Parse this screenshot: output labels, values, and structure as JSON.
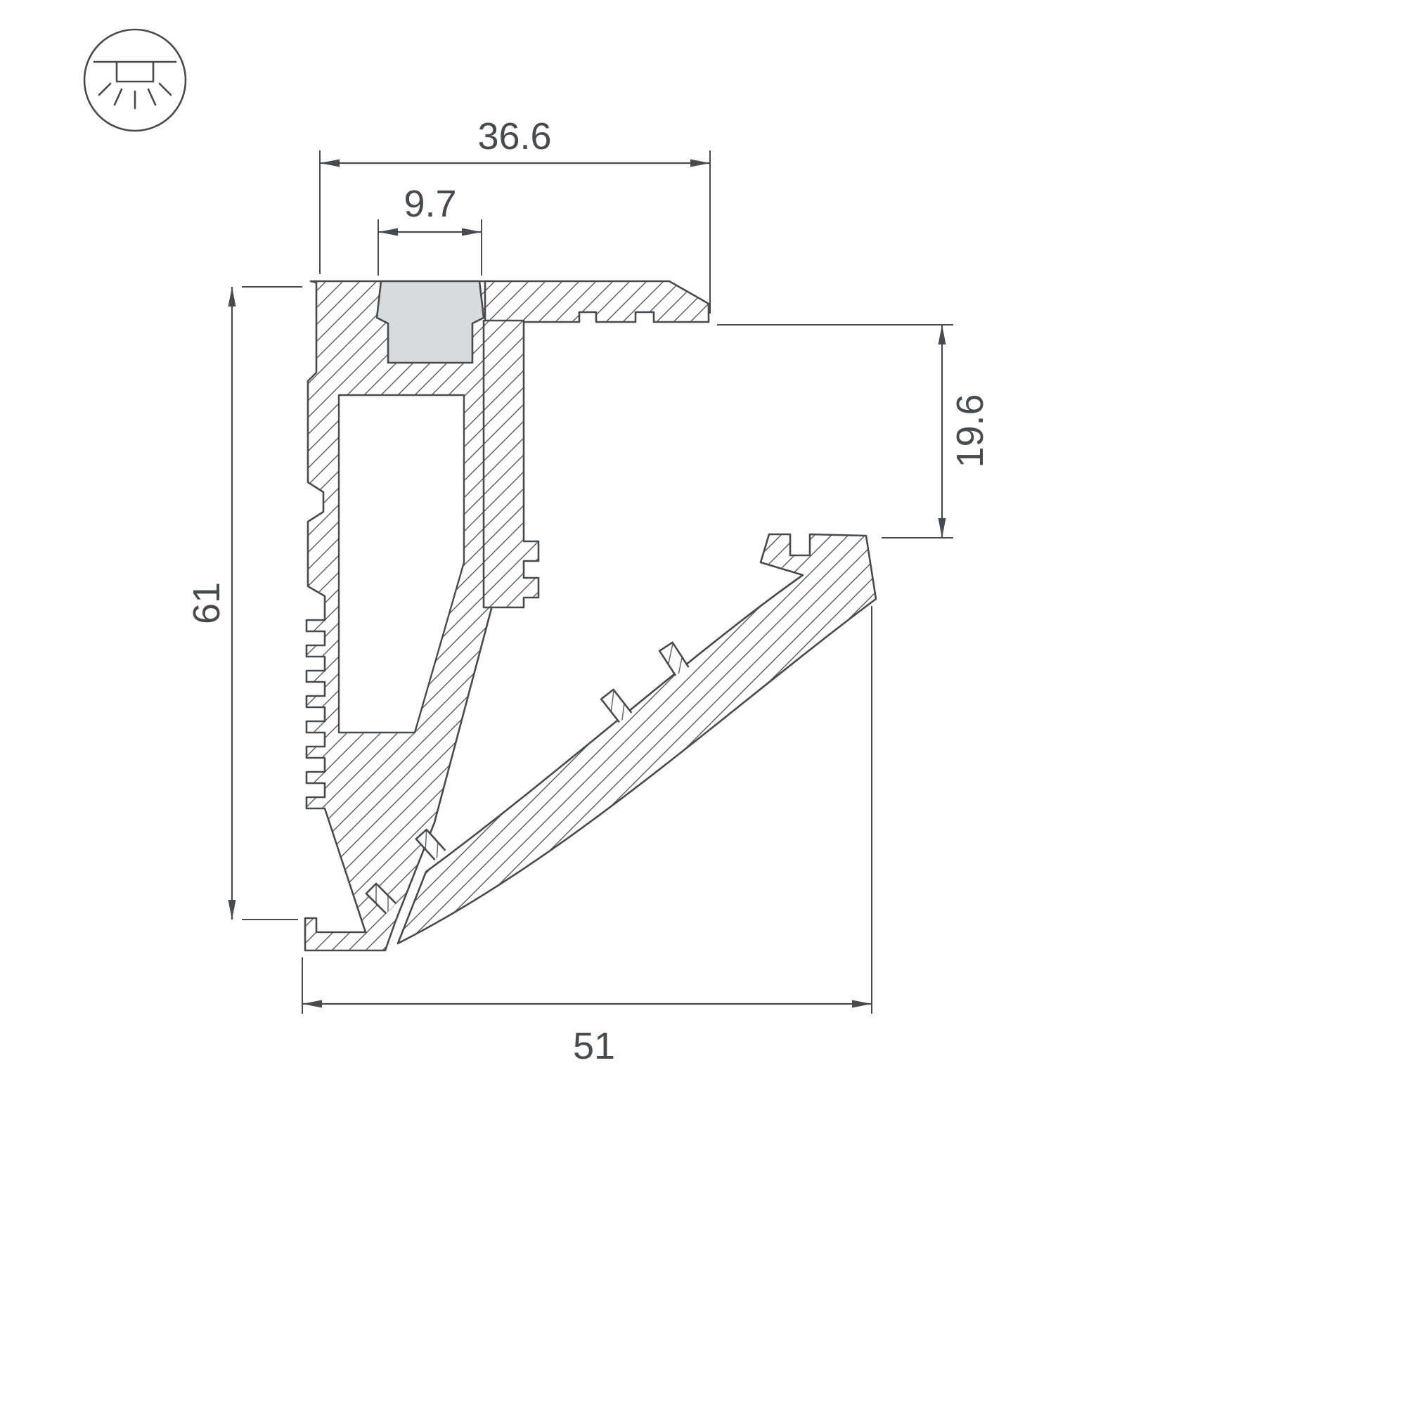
{
  "drawing": {
    "icon": "recessed-ceiling-light",
    "dimensions": {
      "top_width": "36.6",
      "slot_width": "9.7",
      "overall_height": "61",
      "right_height": "19.6",
      "bottom_width": "51"
    },
    "colors": {
      "line": "#464b50",
      "hatch": "#5b6166",
      "diffuser_fill": "#d7dbde",
      "background": "#ffffff"
    }
  }
}
